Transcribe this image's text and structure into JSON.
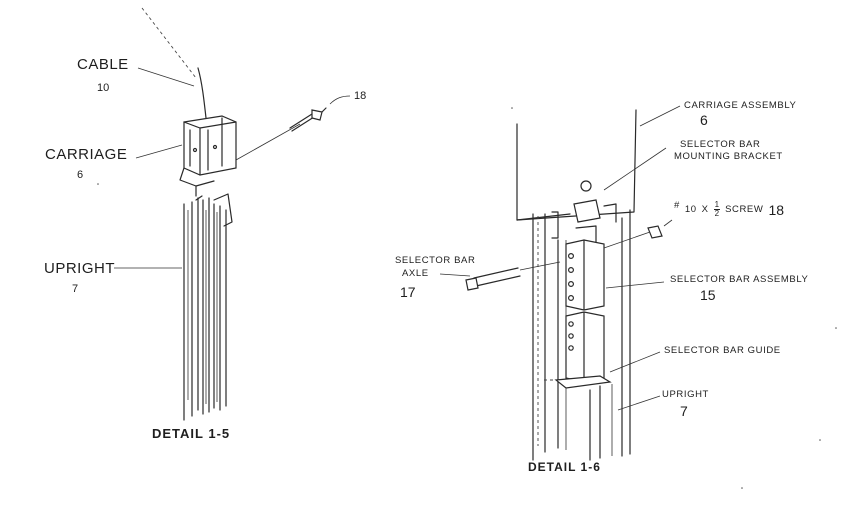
{
  "detail_1_5": {
    "caption": "DETAIL 1-5",
    "cable": {
      "label": "CABLE",
      "number": "10"
    },
    "carriage": {
      "label": "CARRIAGE",
      "number": "6"
    },
    "upright": {
      "label": "UPRIGHT",
      "number": "7"
    },
    "screw": {
      "number": "18"
    }
  },
  "detail_1_6": {
    "caption": "DETAIL 1-6",
    "carriage_assembly": {
      "label": "CARRIAGE ASSEMBLY",
      "number": "6"
    },
    "mounting_bracket": {
      "line1": "SELECTOR BAR",
      "line2": "MOUNTING BRACKET"
    },
    "screw": {
      "prefix": "#",
      "size": "10",
      "x": "X",
      "fraction_num": "1",
      "fraction_den": "2",
      "label": "SCREW",
      "number": "18"
    },
    "axle": {
      "line1": "SELECTOR BAR",
      "line2": "AXLE",
      "number": "17"
    },
    "selector_bar_assembly": {
      "label": "SELECTOR BAR ASSEMBLY",
      "number": "15"
    },
    "selector_bar_guide": {
      "label": "SELECTOR BAR GUIDE"
    },
    "upright": {
      "label": "UPRIGHT",
      "number": "7"
    }
  }
}
